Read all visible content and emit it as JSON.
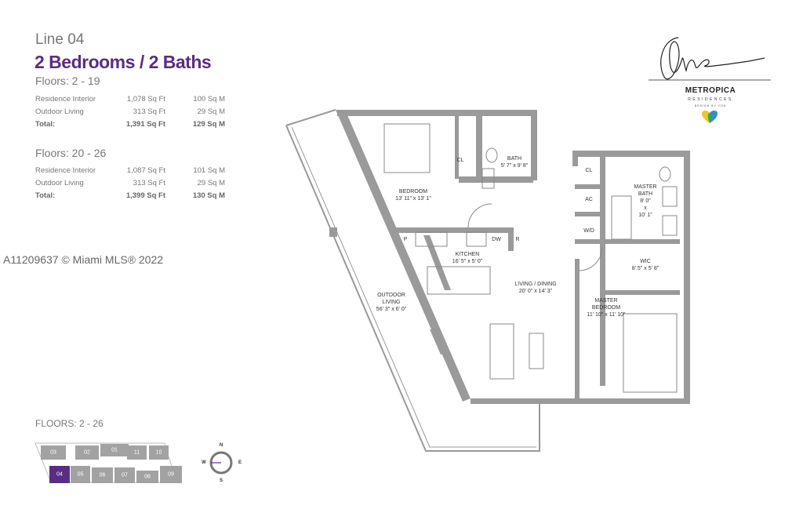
{
  "header": {
    "line": "Line 04",
    "title": "2 Bedrooms / 2 Baths"
  },
  "area_tables": [
    {
      "floors": "Floors: 2 - 19",
      "rows": [
        {
          "label": "Residence Interior",
          "sqft": "1,078 Sq Ft",
          "sqm": "100 Sq M"
        },
        {
          "label": "Outdoor Living",
          "sqft": "313 Sq Ft",
          "sqm": "29 Sq M"
        },
        {
          "label": "Total:",
          "sqft": "1,391 Sq Ft",
          "sqm": "129 Sq M"
        }
      ]
    },
    {
      "floors": "Floors: 20 - 26",
      "rows": [
        {
          "label": "Residence Interior",
          "sqft": "1,087 Sq Ft",
          "sqm": "101 Sq M"
        },
        {
          "label": "Outdoor Living",
          "sqft": "313 Sq Ft",
          "sqm": "29 Sq M"
        },
        {
          "label": "Total:",
          "sqft": "1,399 Sq Ft",
          "sqm": "130 Sq M"
        }
      ]
    }
  ],
  "watermark": "A11209637 © Miami MLS® 2022",
  "logo": {
    "script": "One",
    "brand": "METROPICA",
    "sub": "RESIDENCES",
    "tag": "DESIGN BY YOU"
  },
  "key_plan": {
    "label": "FLOORS: 2 - 26",
    "units": [
      "03",
      "02",
      "01",
      "11",
      "10",
      "04",
      "05",
      "06",
      "07",
      "08",
      "09"
    ],
    "selected": "04",
    "selected_color": "#5a2d82"
  },
  "compass": {
    "n": "N",
    "s": "S",
    "e": "E",
    "w": "W"
  },
  "rooms": {
    "bedroom": {
      "name": "BEDROOM",
      "dim": "13' 11\" x 13' 1\""
    },
    "bath": {
      "name": "BATH",
      "dim": "5' 7\" x 9' 8\""
    },
    "cl1": "CL",
    "cl2": "CL",
    "ac": "AC",
    "wd": "W/D",
    "master_bath": {
      "name": "MASTER BATH",
      "dim1": "8' 0\"",
      "x": "x",
      "dim2": "10' 1\""
    },
    "pantry": "P",
    "dw": "DW",
    "fridge": "R",
    "kitchen": {
      "name": "KITCHEN",
      "dim": "16' 5\" x 5' 0\""
    },
    "living": {
      "name": "LIVING / DINING",
      "dim": "20' 0\" x 14' 3\""
    },
    "wic": {
      "name": "WIC",
      "dim": "8' 5\" x 5' 8\""
    },
    "master_bedroom": {
      "name1": "MASTER",
      "name2": "BEDROOM",
      "dim": "11' 10\" x 11' 10\""
    },
    "outdoor": {
      "name1": "OUTDOOR",
      "name2": "LIVING",
      "dim": "56' 3\" x 6' 0\""
    }
  }
}
